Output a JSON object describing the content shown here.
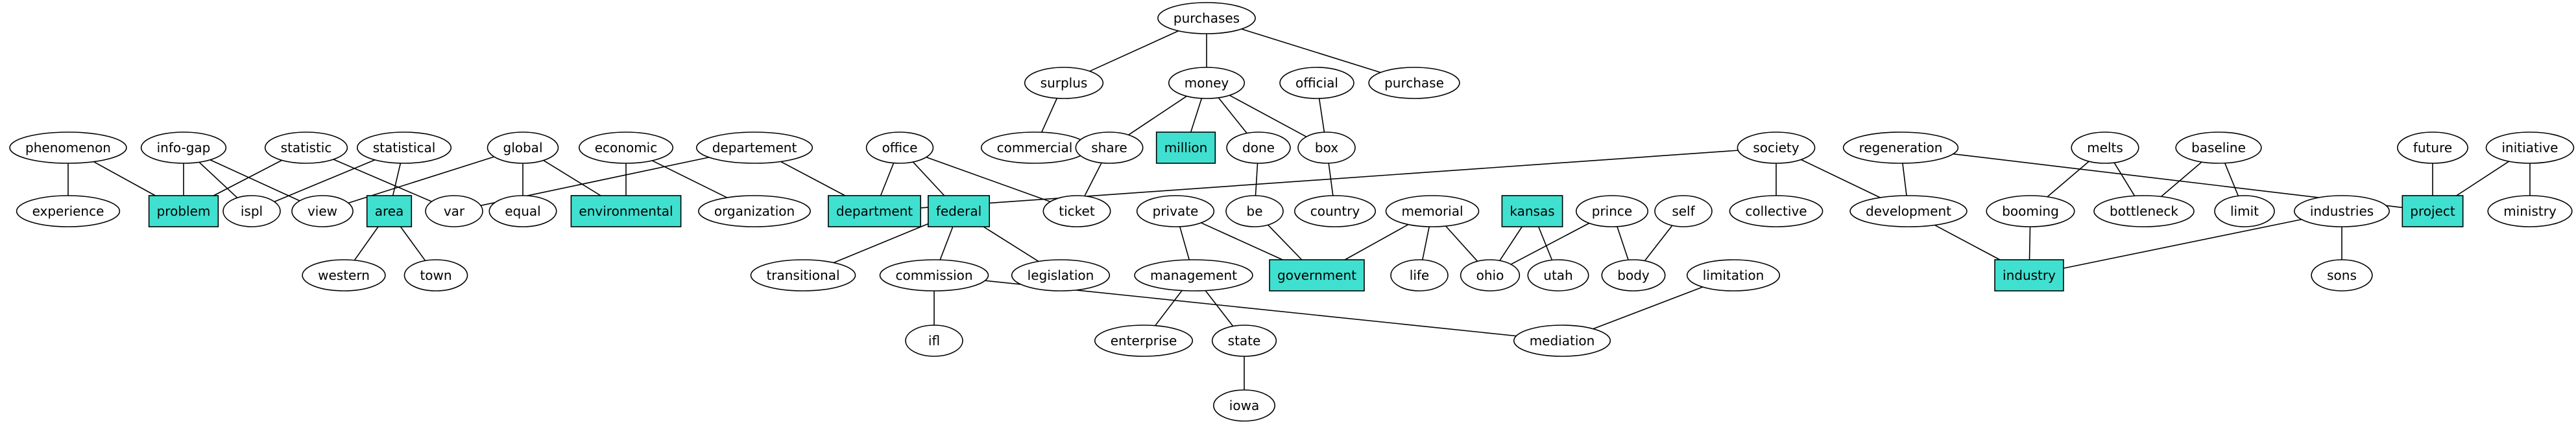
{
  "graph": {
    "highlight_color": "#40e0d0",
    "nodes": [
      {
        "id": "purchases",
        "label": "purchases",
        "shape": "ellipse"
      },
      {
        "id": "surplus",
        "label": "surplus",
        "shape": "ellipse"
      },
      {
        "id": "money",
        "label": "money",
        "shape": "ellipse"
      },
      {
        "id": "official",
        "label": "official",
        "shape": "ellipse"
      },
      {
        "id": "purchase",
        "label": "purchase",
        "shape": "ellipse"
      },
      {
        "id": "commercial",
        "label": "commercial",
        "shape": "ellipse"
      },
      {
        "id": "share",
        "label": "share",
        "shape": "ellipse"
      },
      {
        "id": "million",
        "label": "million",
        "shape": "box"
      },
      {
        "id": "done",
        "label": "done",
        "shape": "ellipse"
      },
      {
        "id": "box",
        "label": "box",
        "shape": "ellipse"
      },
      {
        "id": "phenomenon",
        "label": "phenomenon",
        "shape": "ellipse"
      },
      {
        "id": "info-gap",
        "label": "info-gap",
        "shape": "ellipse"
      },
      {
        "id": "statistic",
        "label": "statistic",
        "shape": "ellipse"
      },
      {
        "id": "statistical",
        "label": "statistical",
        "shape": "ellipse"
      },
      {
        "id": "global",
        "label": "global",
        "shape": "ellipse"
      },
      {
        "id": "economic",
        "label": "economic",
        "shape": "ellipse"
      },
      {
        "id": "departement",
        "label": "departement",
        "shape": "ellipse"
      },
      {
        "id": "office",
        "label": "office",
        "shape": "ellipse"
      },
      {
        "id": "society",
        "label": "society",
        "shape": "ellipse"
      },
      {
        "id": "regeneration",
        "label": "regeneration",
        "shape": "ellipse"
      },
      {
        "id": "melts",
        "label": "melts",
        "shape": "ellipse"
      },
      {
        "id": "baseline",
        "label": "baseline",
        "shape": "ellipse"
      },
      {
        "id": "future",
        "label": "future",
        "shape": "ellipse"
      },
      {
        "id": "initiative",
        "label": "initiative",
        "shape": "ellipse"
      },
      {
        "id": "experience",
        "label": "experience",
        "shape": "ellipse"
      },
      {
        "id": "problem",
        "label": "problem",
        "shape": "box"
      },
      {
        "id": "ispl",
        "label": "ispl",
        "shape": "ellipse"
      },
      {
        "id": "view",
        "label": "view",
        "shape": "ellipse"
      },
      {
        "id": "area",
        "label": "area",
        "shape": "box"
      },
      {
        "id": "var",
        "label": "var",
        "shape": "ellipse"
      },
      {
        "id": "equal",
        "label": "equal",
        "shape": "ellipse"
      },
      {
        "id": "environmental",
        "label": "environmental",
        "shape": "box"
      },
      {
        "id": "organization",
        "label": "organization",
        "shape": "ellipse"
      },
      {
        "id": "department",
        "label": "department",
        "shape": "box"
      },
      {
        "id": "federal",
        "label": "federal",
        "shape": "box"
      },
      {
        "id": "ticket",
        "label": "ticket",
        "shape": "ellipse"
      },
      {
        "id": "private",
        "label": "private",
        "shape": "ellipse"
      },
      {
        "id": "be",
        "label": "be",
        "shape": "ellipse"
      },
      {
        "id": "country",
        "label": "country",
        "shape": "ellipse"
      },
      {
        "id": "memorial",
        "label": "memorial",
        "shape": "ellipse"
      },
      {
        "id": "kansas",
        "label": "kansas",
        "shape": "box"
      },
      {
        "id": "prince",
        "label": "prince",
        "shape": "ellipse"
      },
      {
        "id": "self",
        "label": "self",
        "shape": "ellipse"
      },
      {
        "id": "collective",
        "label": "collective",
        "shape": "ellipse"
      },
      {
        "id": "development",
        "label": "development",
        "shape": "ellipse"
      },
      {
        "id": "booming",
        "label": "booming",
        "shape": "ellipse"
      },
      {
        "id": "bottleneck",
        "label": "bottleneck",
        "shape": "ellipse"
      },
      {
        "id": "limit",
        "label": "limit",
        "shape": "ellipse"
      },
      {
        "id": "industries",
        "label": "industries",
        "shape": "ellipse"
      },
      {
        "id": "project",
        "label": "project",
        "shape": "box"
      },
      {
        "id": "ministry",
        "label": "ministry",
        "shape": "ellipse"
      },
      {
        "id": "western",
        "label": "western",
        "shape": "ellipse"
      },
      {
        "id": "town",
        "label": "town",
        "shape": "ellipse"
      },
      {
        "id": "transitional",
        "label": "transitional",
        "shape": "ellipse"
      },
      {
        "id": "commission",
        "label": "commission",
        "shape": "ellipse"
      },
      {
        "id": "legislation",
        "label": "legislation",
        "shape": "ellipse"
      },
      {
        "id": "management",
        "label": "management",
        "shape": "ellipse"
      },
      {
        "id": "government",
        "label": "government",
        "shape": "box"
      },
      {
        "id": "life",
        "label": "life",
        "shape": "ellipse"
      },
      {
        "id": "ohio",
        "label": "ohio",
        "shape": "ellipse"
      },
      {
        "id": "utah",
        "label": "utah",
        "shape": "ellipse"
      },
      {
        "id": "body",
        "label": "body",
        "shape": "ellipse"
      },
      {
        "id": "limitation",
        "label": "limitation",
        "shape": "ellipse"
      },
      {
        "id": "industry",
        "label": "industry",
        "shape": "box"
      },
      {
        "id": "sons",
        "label": "sons",
        "shape": "ellipse"
      },
      {
        "id": "ifl",
        "label": "ifl",
        "shape": "ellipse"
      },
      {
        "id": "enterprise",
        "label": "enterprise",
        "shape": "ellipse"
      },
      {
        "id": "state",
        "label": "state",
        "shape": "ellipse"
      },
      {
        "id": "mediation",
        "label": "mediation",
        "shape": "ellipse"
      },
      {
        "id": "iowa",
        "label": "iowa",
        "shape": "ellipse"
      }
    ],
    "edges": [
      [
        "purchases",
        "surplus"
      ],
      [
        "purchases",
        "money"
      ],
      [
        "purchases",
        "purchase"
      ],
      [
        "surplus",
        "commercial"
      ],
      [
        "money",
        "share"
      ],
      [
        "money",
        "million"
      ],
      [
        "money",
        "done"
      ],
      [
        "money",
        "box"
      ],
      [
        "official",
        "box"
      ],
      [
        "box",
        "country"
      ],
      [
        "done",
        "be"
      ],
      [
        "share",
        "ticket"
      ],
      [
        "phenomenon",
        "experience"
      ],
      [
        "phenomenon",
        "problem"
      ],
      [
        "info-gap",
        "problem"
      ],
      [
        "info-gap",
        "ispl"
      ],
      [
        "info-gap",
        "view"
      ],
      [
        "statistic",
        "problem"
      ],
      [
        "statistic",
        "var"
      ],
      [
        "statistical",
        "ispl"
      ],
      [
        "statistical",
        "area"
      ],
      [
        "global",
        "view"
      ],
      [
        "global",
        "equal"
      ],
      [
        "global",
        "environmental"
      ],
      [
        "economic",
        "environmental"
      ],
      [
        "economic",
        "organization"
      ],
      [
        "departement",
        "var"
      ],
      [
        "departement",
        "department"
      ],
      [
        "office",
        "department"
      ],
      [
        "office",
        "federal"
      ],
      [
        "office",
        "ticket"
      ],
      [
        "society",
        "department"
      ],
      [
        "society",
        "collective"
      ],
      [
        "society",
        "development"
      ],
      [
        "area",
        "western"
      ],
      [
        "area",
        "town"
      ],
      [
        "federal",
        "transitional"
      ],
      [
        "federal",
        "commission"
      ],
      [
        "federal",
        "legislation"
      ],
      [
        "commission",
        "ifl"
      ],
      [
        "commission",
        "mediation"
      ],
      [
        "private",
        "management"
      ],
      [
        "private",
        "government"
      ],
      [
        "be",
        "government"
      ],
      [
        "memorial",
        "government"
      ],
      [
        "memorial",
        "life"
      ],
      [
        "memorial",
        "ohio"
      ],
      [
        "kansas",
        "ohio"
      ],
      [
        "kansas",
        "utah"
      ],
      [
        "prince",
        "ohio"
      ],
      [
        "prince",
        "body"
      ],
      [
        "self",
        "body"
      ],
      [
        "management",
        "enterprise"
      ],
      [
        "management",
        "state"
      ],
      [
        "state",
        "iowa"
      ],
      [
        "limitation",
        "mediation"
      ],
      [
        "regeneration",
        "development"
      ],
      [
        "regeneration",
        "project"
      ],
      [
        "development",
        "industry"
      ],
      [
        "melts",
        "booming"
      ],
      [
        "melts",
        "bottleneck"
      ],
      [
        "baseline",
        "bottleneck"
      ],
      [
        "baseline",
        "limit"
      ],
      [
        "booming",
        "industry"
      ],
      [
        "future",
        "project"
      ],
      [
        "initiative",
        "project"
      ],
      [
        "initiative",
        "ministry"
      ],
      [
        "industries",
        "industry"
      ],
      [
        "industries",
        "sons"
      ]
    ]
  }
}
